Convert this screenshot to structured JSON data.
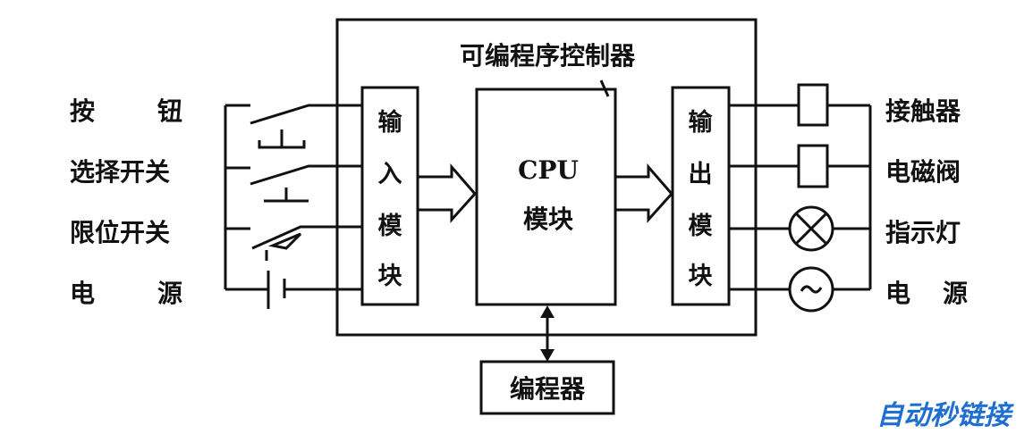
{
  "controller": {
    "title": "可编程序控制器"
  },
  "input_module": {
    "chars": [
      "输",
      "入",
      "模",
      "块"
    ]
  },
  "cpu_module": {
    "line1": "CPU",
    "line2": "模块"
  },
  "output_module": {
    "chars": [
      "输",
      "出",
      "模",
      "块"
    ]
  },
  "programmer": {
    "label": "编程器"
  },
  "left_labels": [
    {
      "a": "按",
      "b": "钮"
    },
    {
      "a": "选择开关",
      "b": ""
    },
    {
      "a": "限位开关",
      "b": ""
    },
    {
      "a": "电",
      "b": "源"
    }
  ],
  "right_labels": [
    "接触器",
    "电磁阀",
    "指示灯"
  ],
  "right_power": {
    "a": "电",
    "b": "源"
  },
  "watermark": "自动秒链接",
  "colors": {
    "line": "#111111",
    "watermark": "#1f6fd0"
  }
}
